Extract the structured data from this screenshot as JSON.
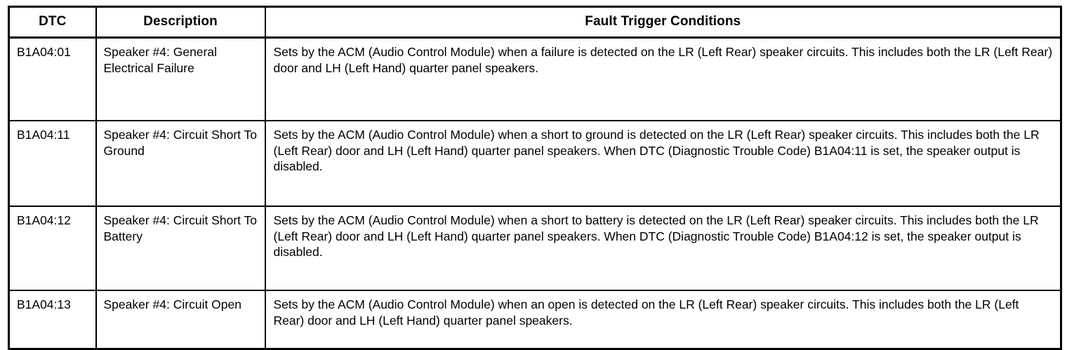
{
  "table": {
    "headers": [
      {
        "key": "dtc",
        "label": "DTC"
      },
      {
        "key": "desc",
        "label": "Description"
      },
      {
        "key": "fault",
        "label": "Fault Trigger Conditions"
      }
    ],
    "rows": [
      {
        "dtc": "B1A04:01",
        "description": "Speaker #4: General Electrical Failure",
        "fault_trigger_conditions": "Sets by the ACM (Audio Control Module) when a failure is detected on the LR (Left Rear) speaker circuits. This includes both the LR (Left Rear) door and LH (Left Hand) quarter panel speakers."
      },
      {
        "dtc": "B1A04:11",
        "description": "Speaker #4: Circuit Short To Ground",
        "fault_trigger_conditions": "Sets by the ACM (Audio Control Module) when a short to ground is detected on the LR (Left Rear) speaker circuits. This includes both the LR (Left Rear) door and LH (Left Hand) quarter panel speakers. When DTC (Diagnostic Trouble Code) B1A04:11 is set, the speaker output is disabled."
      },
      {
        "dtc": "B1A04:12",
        "description": "Speaker #4: Circuit Short To Battery",
        "fault_trigger_conditions": "Sets by the ACM (Audio Control Module) when a short to battery is detected on the LR (Left Rear) speaker circuits. This includes both the LR (Left Rear) door and LH (Left Hand) quarter panel speakers. When DTC (Diagnostic Trouble Code) B1A04:12 is set, the speaker output is disabled."
      },
      {
        "dtc": "B1A04:13",
        "description": "Speaker #4: Circuit Open",
        "fault_trigger_conditions": "Sets by the ACM (Audio Control Module) when an open is detected on the LR (Left Rear) speaker circuits. This includes both the LR (Left Rear) door and LH (Left Hand) quarter panel speakers."
      }
    ]
  },
  "colors": {
    "border": "#000000",
    "text": "#000000",
    "background": "#ffffff"
  }
}
